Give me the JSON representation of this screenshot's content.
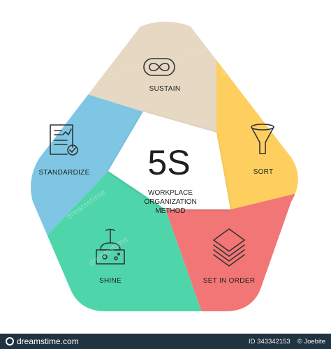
{
  "diagram": {
    "center": {
      "title": "5S",
      "subtitle_lines": [
        "WORKPLACE",
        "ORGANIZATION",
        "METHOD"
      ]
    },
    "segments": [
      {
        "label": "SUSTAIN",
        "icon": "infinity-icon",
        "color": "#e6d8c3"
      },
      {
        "label": "SORT",
        "icon": "funnel-icon",
        "color": "#fecf5e"
      },
      {
        "label": "SET IN ORDER",
        "icon": "stacked-layers-icon",
        "color": "#f27676"
      },
      {
        "label": "SHINE",
        "icon": "broom-icon",
        "color": "#4fd5aa"
      },
      {
        "label": "STANDARDIZE",
        "icon": "report-check-icon",
        "color": "#7ec6e4"
      }
    ],
    "center_color": "#ffffff"
  },
  "watermark": {
    "text": "dreamstime"
  },
  "footer": {
    "brand": "dreamstime.com",
    "id_text": "ID 343342153",
    "author": "© Joebite"
  }
}
